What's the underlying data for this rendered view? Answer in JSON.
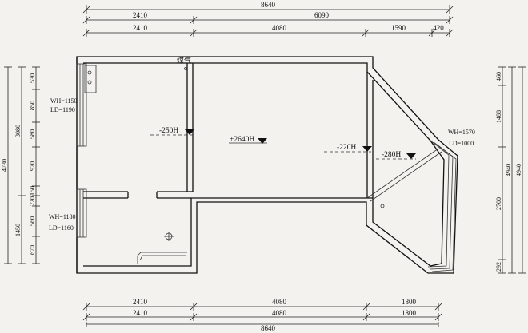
{
  "dimensions": {
    "top": {
      "overall": "8640",
      "row2": [
        "2410",
        "6090"
      ],
      "row3": [
        "2410",
        "4080",
        "1590",
        "420"
      ]
    },
    "bottom": {
      "row1": [
        "2410",
        "4080",
        "1800"
      ],
      "row2": [
        "2410",
        "4080",
        "1800"
      ],
      "overall": "8640"
    },
    "left": {
      "overall": "4730",
      "group1": "3080",
      "group2": "1450",
      "row": [
        "530",
        "850",
        "580",
        "970",
        "150",
        "220",
        "560",
        "670"
      ]
    },
    "right": {
      "inner": [
        "460",
        "1488",
        "2700",
        "292"
      ],
      "total_a": "4940",
      "total_b": "4940"
    }
  },
  "labels": {
    "gas": "煤气",
    "window_1_wh": "WH=1150",
    "window_1_ld": "LD=1190",
    "window_2_wh": "WH=1180",
    "window_2_ld": "LD=1160",
    "window_3_wh": "WH=1570",
    "window_3_ld": "LD=1000"
  },
  "levels": {
    "kitchen": "-250H",
    "living": "+2640H",
    "corridor": "-220H",
    "bay": "-280H"
  }
}
